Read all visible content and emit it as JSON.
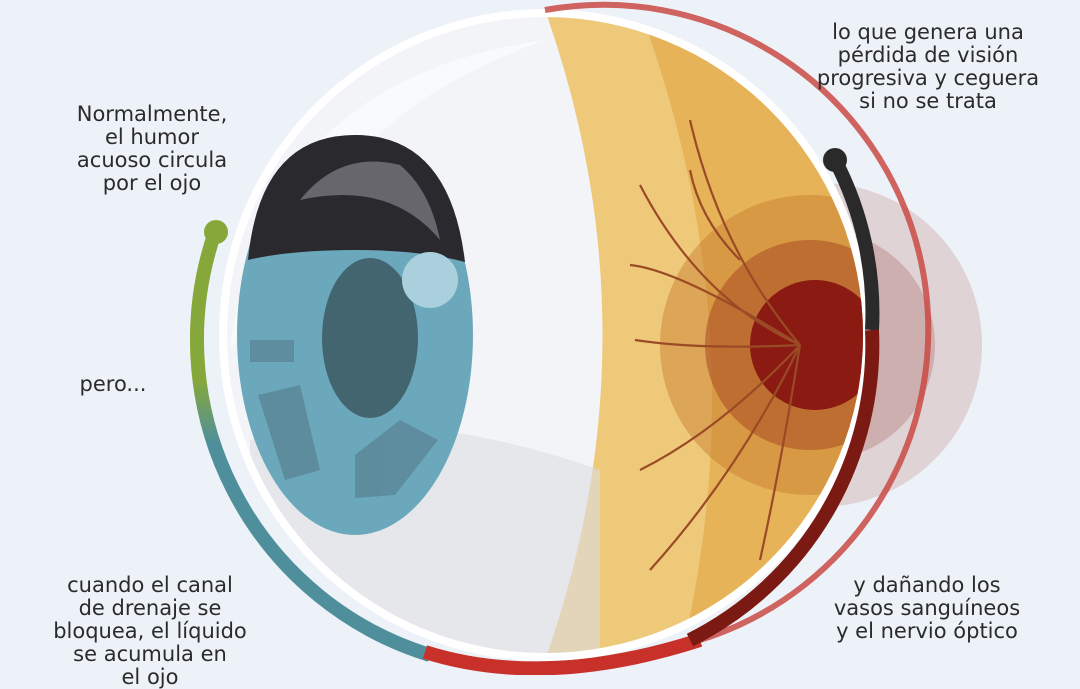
{
  "captions": {
    "normal": "Normalmente,\nel humor\nacuoso circula\npor el ojo",
    "but": "pero...",
    "blocked": "cuando el canal\nde drenaje se\nbloquea, el líquido\nse acumula en\nel ojo",
    "damage": "y dañando los\nvasos sanguíneos\ny el nervio óptico",
    "loss": "lo que genera una\npérdida de visión\nprogresiva y ceguera\nsi no se trata"
  },
  "colors": {
    "background": "#edf1f8",
    "iris": "#6ba8bc",
    "retina": "#eab55a",
    "damage": "#8a1a12",
    "arc_green": "#86a83a",
    "arc_teal": "#4f8f9c",
    "arc_red": "#c8312a"
  }
}
